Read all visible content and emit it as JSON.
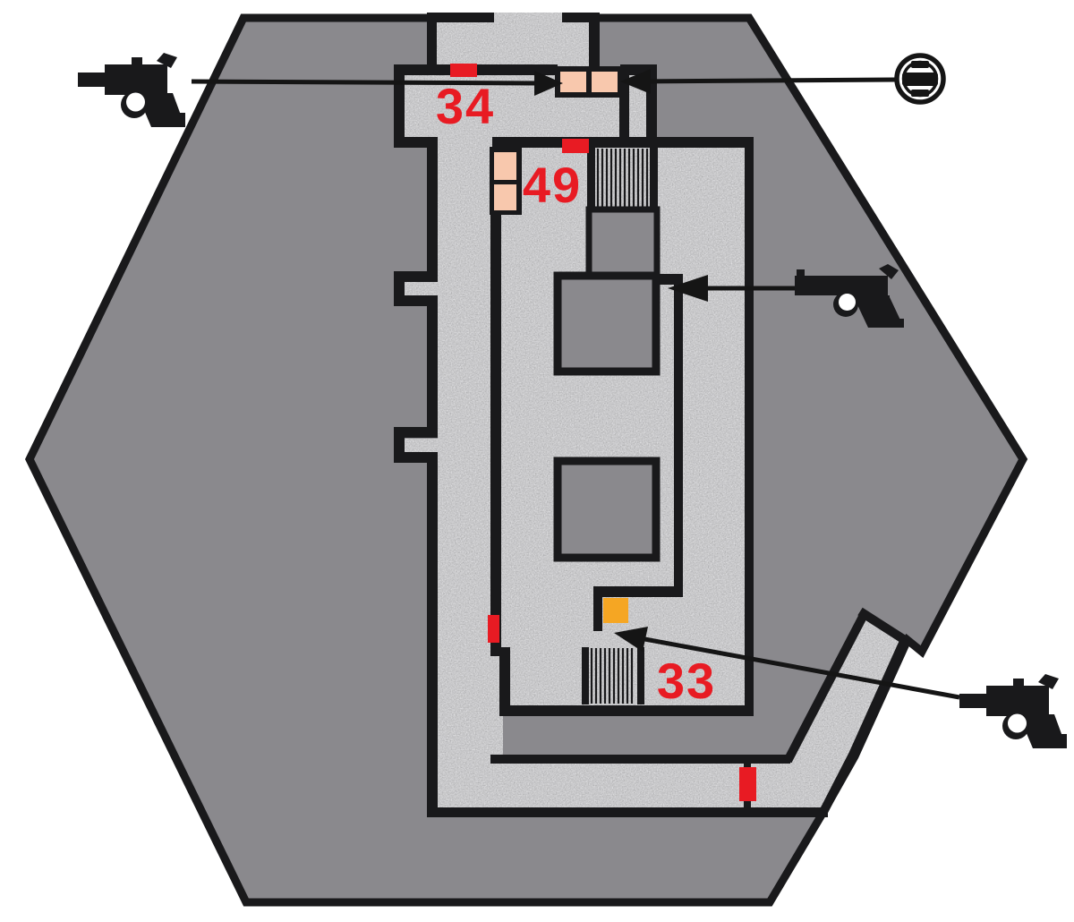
{
  "map": {
    "kind": "game-level-floor-plan",
    "shape": "hexagonal-grounds",
    "room_labels": [
      {
        "id": "room-34",
        "text": "34"
      },
      {
        "id": "room-49",
        "text": "49"
      },
      {
        "id": "room-33",
        "text": "33"
      }
    ],
    "icons": [
      {
        "name": "pistol-icon-top-left"
      },
      {
        "name": "ammo-magazine-icon"
      },
      {
        "name": "pistol-icon-right"
      },
      {
        "name": "pistol-icon-bottom-right"
      }
    ],
    "markers": {
      "red_door_count": 4,
      "pink_double_door_count": 2,
      "orange_item_count": 1,
      "stairs_count": 2
    },
    "colors": {
      "background": "#ffffff",
      "grounds_fill": "#8a898d",
      "floor_fill": "#dedee0",
      "wall": "#19191b",
      "door_marker_red": "#e81b23",
      "double_door_pink": "#f8c8ad",
      "item_orange": "#f5a623",
      "label_red": "#e81b23"
    }
  }
}
